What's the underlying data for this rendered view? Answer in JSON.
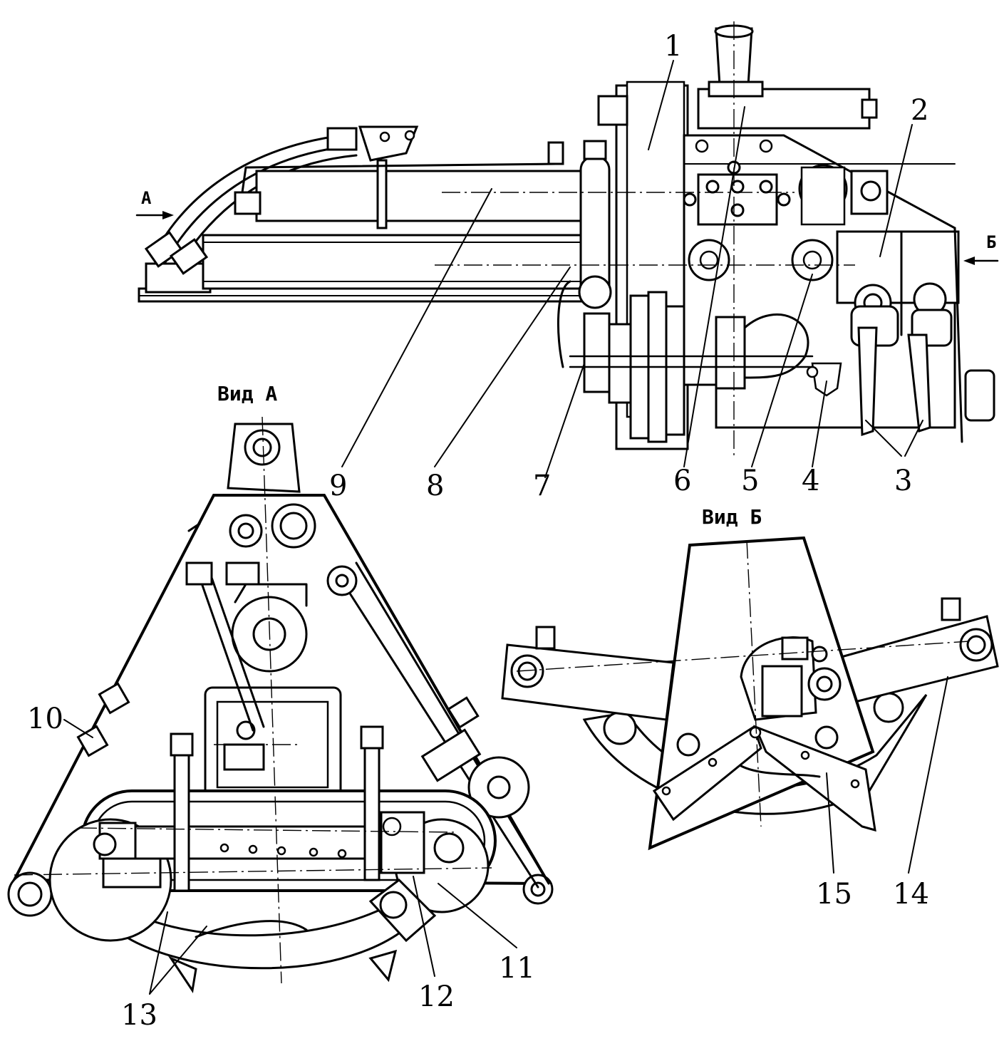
{
  "views": {
    "view_a_title": "Вид А",
    "view_b_title": "Вид Б",
    "arrow_a": "А",
    "arrow_b": "Б"
  },
  "callouts": [
    "1",
    "2",
    "3",
    "4",
    "5",
    "6",
    "7",
    "8",
    "9",
    "10",
    "11",
    "12",
    "13",
    "14",
    "15"
  ]
}
